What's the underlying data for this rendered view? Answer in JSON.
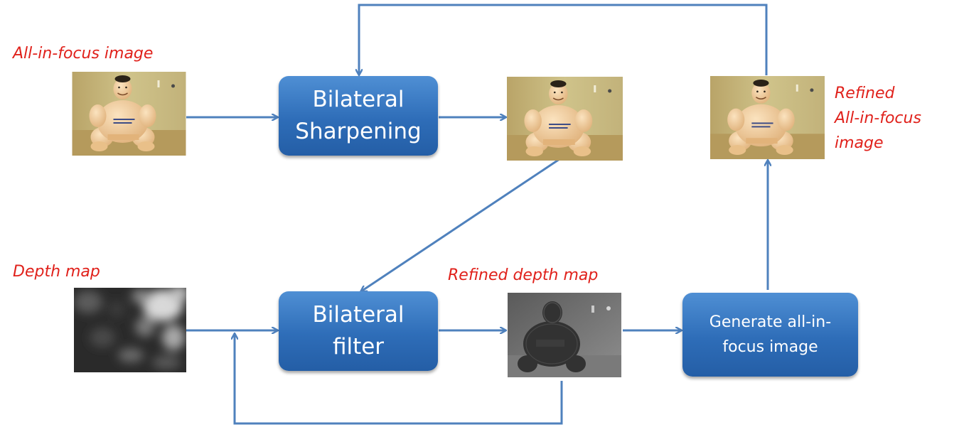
{
  "labels": {
    "all_in_focus": "All-in-focus image",
    "depth_map": "Depth map",
    "refined_depth_map": "Refined depth map",
    "refined_all_in_focus": [
      "Refined",
      "All-in-focus",
      "image"
    ]
  },
  "boxes": {
    "bilateral_sharpening": [
      "Bilateral",
      "Sharpening"
    ],
    "bilateral_filter": [
      "Bilateral",
      "filter"
    ],
    "generate": [
      "Generate all-in-",
      "focus image"
    ]
  },
  "images": {
    "input_all_in_focus": "sumo figurine photo",
    "sharpened": "sumo figurine photo",
    "refined_all_in_focus": "sumo figurine photo",
    "depth_map": "blurry grayscale depth map",
    "refined_depth_map": "grayscale depth map of sumo figurine"
  },
  "colors": {
    "box_fill": "#3a7bc8",
    "arrow": "#4f81bd",
    "label_text": "#e0211b"
  }
}
